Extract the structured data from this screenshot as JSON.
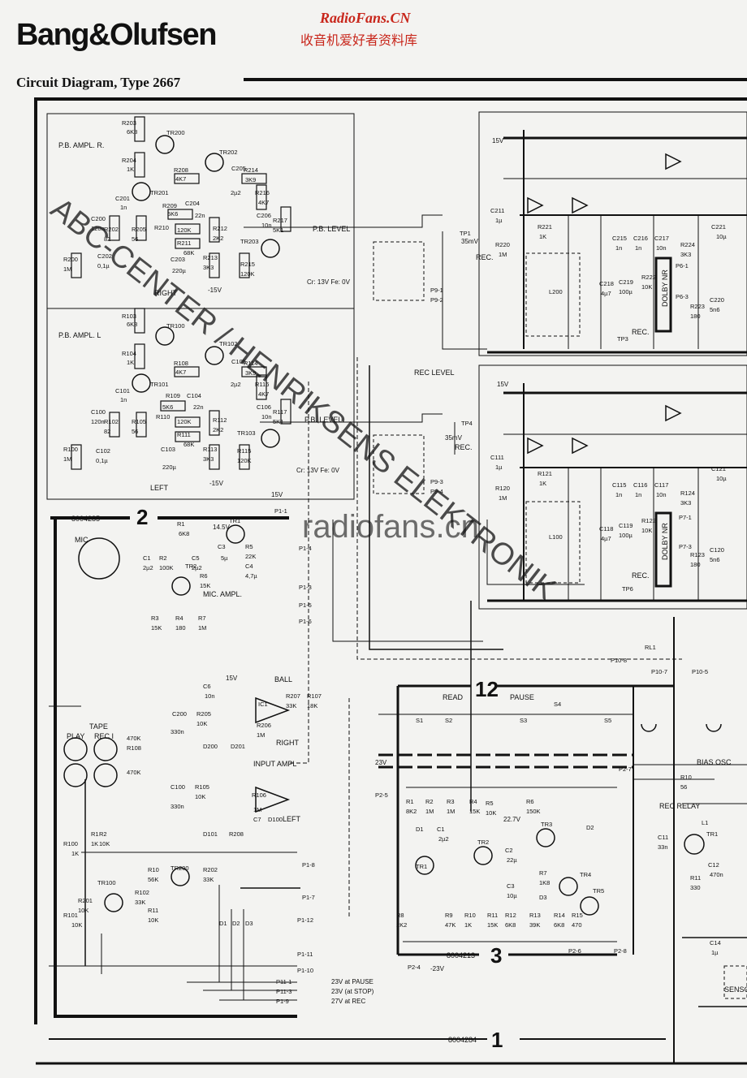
{
  "header": {
    "brand": "Bang&Olufsen",
    "subtitle": "Circuit Diagram, Type 2667",
    "site_name": "RadioFans.CN",
    "site_name_cn": "收音机爱好者资料库"
  },
  "watermarks": {
    "diagonal": "ABC-CENTER / HENRIKSENS ELEKTRONIK",
    "center": "radiofans.cn"
  },
  "sections": {
    "pb_amp_r": "P.B. AMPL. R.",
    "pb_amp_l": "P.B. AMPL. L",
    "right": "RIGHT",
    "left": "LEFT",
    "pb_level": "P.B. LEVEL",
    "rec_level": "REC LEVEL",
    "mic": "MIC",
    "mic_ampl": "MIC. AMPL.",
    "input_ampl": "INPUT AMPL",
    "tape": "TAPE",
    "play": "PLAY",
    "rec_i": "REC I",
    "dolby_nr": "DOLBY NR",
    "bias_osc": "BIAS OSC",
    "rec_relay": "REC RELAY",
    "sensor": "SENSO",
    "ball": "BALL",
    "read": "READ",
    "pause": "PAUSE",
    "rec": "REC."
  },
  "boards": [
    {
      "num": "1",
      "code": "8004284"
    },
    {
      "num": "2",
      "code": "8004285"
    },
    {
      "num": "3",
      "code": "8004213"
    },
    {
      "num": "12",
      "code": ""
    }
  ],
  "pb_r_parts": [
    "R203",
    "6K8",
    "TR200",
    "TR202",
    "R204",
    "1K",
    "R208",
    "4K7",
    "C205",
    "2µ2",
    "R214",
    "3K9",
    "TR201",
    "C201",
    "1n",
    "R209",
    "5K6",
    "C204",
    "22n",
    "R216",
    "4K7",
    "C200",
    "120n",
    "R202",
    "82",
    "R205",
    "56",
    "R210",
    "120K",
    "R212",
    "2K2",
    "R217",
    "5K1",
    "C206",
    "10n",
    "R211",
    "68K",
    "TR203",
    "R200",
    "1M",
    "C202",
    "0,1µ",
    "C203",
    "220µ",
    "R213",
    "3K3",
    "R215",
    "120K"
  ],
  "pb_l_parts": [
    "R103",
    "6K8",
    "TR100",
    "TR102",
    "R104",
    "1K",
    "R108",
    "4K7",
    "C105",
    "2µ2",
    "R114",
    "3K9",
    "TR101",
    "C101",
    "1n",
    "R109",
    "5K6",
    "C104",
    "22n",
    "R116",
    "4K7",
    "C100",
    "120n",
    "R102",
    "82",
    "R105",
    "56",
    "R110",
    "120K",
    "R112",
    "2K2",
    "R117",
    "5K1",
    "C106",
    "10n",
    "R111",
    "68K",
    "TR103",
    "R100",
    "1M",
    "C102",
    "0,1µ",
    "C103",
    "220µ",
    "R113",
    "3K3",
    "R115",
    "120K"
  ],
  "mic_parts": [
    "R1",
    "6K8",
    "TR1",
    "C3",
    "5µ",
    "R5",
    "22K",
    "C4",
    "4,7µ",
    "C1",
    "2µ2",
    "TR2",
    "R2",
    "100K",
    "C5",
    "2µ2",
    "R6",
    "15K",
    "R3",
    "15K",
    "R4",
    "180",
    "R7",
    "1M"
  ],
  "input_parts": [
    "C6",
    "10n",
    "C200",
    "330n",
    "R205",
    "10K",
    "IC1",
    "R206",
    "1M",
    "R207",
    "33K",
    "R107",
    "18K",
    "D200",
    "D201",
    "C100",
    "330n",
    "R105",
    "10K",
    "R106",
    "1M",
    "C7",
    "D100",
    "D101",
    "R208",
    "470K",
    "R108",
    "470K"
  ],
  "tape_parts": [
    "R100",
    "1K",
    "R101",
    "10K",
    "TR100",
    "R102",
    "33K",
    "R10",
    "56K",
    "TR200",
    "R202",
    "33K",
    "R11",
    "10K",
    "R201",
    "10K",
    "D1",
    "D2",
    "D3",
    "R1",
    "1K",
    "R2",
    "10K"
  ],
  "control_parts": [
    "S1",
    "S2",
    "S3",
    "S4",
    "S5",
    "R1",
    "8K2",
    "R2",
    "1M",
    "R3",
    "1M",
    "R4",
    "15K",
    "R5",
    "10K",
    "R6",
    "150K",
    "D1",
    "C1",
    "2µ2",
    "TR2",
    "TR3",
    "D2",
    "TR1",
    "C2",
    "22µ",
    "R7",
    "1K8",
    "TR4",
    "TR5",
    "C3",
    "10µ",
    "D3",
    "R8",
    "2K2",
    "R9",
    "47K",
    "R10",
    "1K",
    "R11",
    "15K",
    "R12",
    "6K8",
    "R13",
    "39K",
    "R14",
    "6K8",
    "R15",
    "470"
  ],
  "right_parts": [
    "C211",
    "1µ",
    "R220",
    "1M",
    "R221",
    "1K",
    "C215",
    "1n",
    "C216",
    "1n",
    "C217",
    "10n",
    "R224",
    "3K3",
    "C221",
    "10µ",
    "L200",
    "C218",
    "4µ7",
    "C219",
    "100µ",
    "R222",
    "10K",
    "R223",
    "180",
    "C220",
    "5n6",
    "C111",
    "1µ",
    "R120",
    "1M",
    "R121",
    "1K",
    "C115",
    "1n",
    "C116",
    "1n",
    "C117",
    "10n",
    "R124",
    "3K3",
    "C121",
    "10µ",
    "L100",
    "C118",
    "4µ7",
    "C119",
    "100µ",
    "R122",
    "10K",
    "R123",
    "180",
    "C120",
    "5n6",
    "C11",
    "33n",
    "TR1",
    "C12",
    "470n",
    "R11",
    "330",
    "C14",
    "1µ",
    "L1",
    "R10",
    "56"
  ],
  "connectors": [
    "P1-1",
    "P1-4",
    "P1-3",
    "P1-5",
    "P1-6",
    "P1-8",
    "P1-7",
    "P1-12",
    "P1-11",
    "P1-10",
    "P11-1",
    "P11-3",
    "P1-9",
    "P2-5",
    "P2-4",
    "P2-6",
    "P2-8",
    "P2-7",
    "P9-1",
    "P9-2",
    "P9-3",
    "P9-4",
    "P10-8",
    "P10-7",
    "P10-5",
    "P6-1",
    "P6-3",
    "P7-1",
    "P7-3",
    "RL1",
    "TP1",
    "TP3",
    "TP4",
    "TP6"
  ],
  "signals": {
    "tp1": "35mV",
    "tp4": "35mV",
    "cr_fe": "Cr: 13V  Fe: 0V",
    "v15": "15V",
    "v23": "23V",
    "vm15": "-15V",
    "vm23": "-23V",
    "at_pause": "23V at PAUSE",
    "at_stop": "23V (at STOP)",
    "at_rec": "27V at REC",
    "v227": "22.7V",
    "v145": "14.5V"
  },
  "colors": {
    "ink": "#111111",
    "paper": "#f3f3f1",
    "watermark": "#4a5fd0",
    "site": "#c8261b"
  }
}
